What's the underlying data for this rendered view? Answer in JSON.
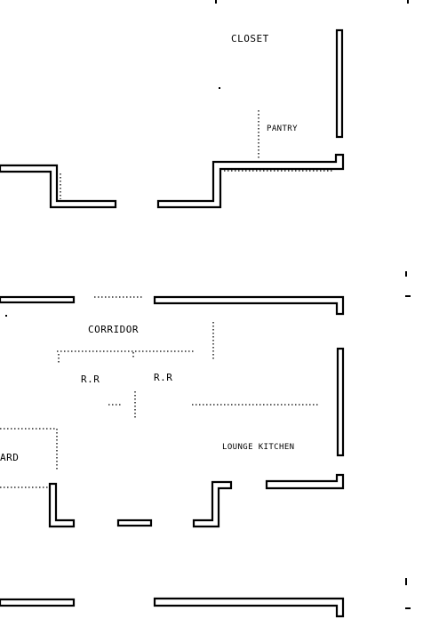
{
  "labels": {
    "closet": "CLOSET",
    "pantry": "PANTRY",
    "corridor": "CORRIDOR",
    "room_left": "R.R",
    "room_right": "R.R",
    "left_room_fragment": "ARD",
    "bottom_right_note": "LOUNGE  KITCHEN"
  }
}
